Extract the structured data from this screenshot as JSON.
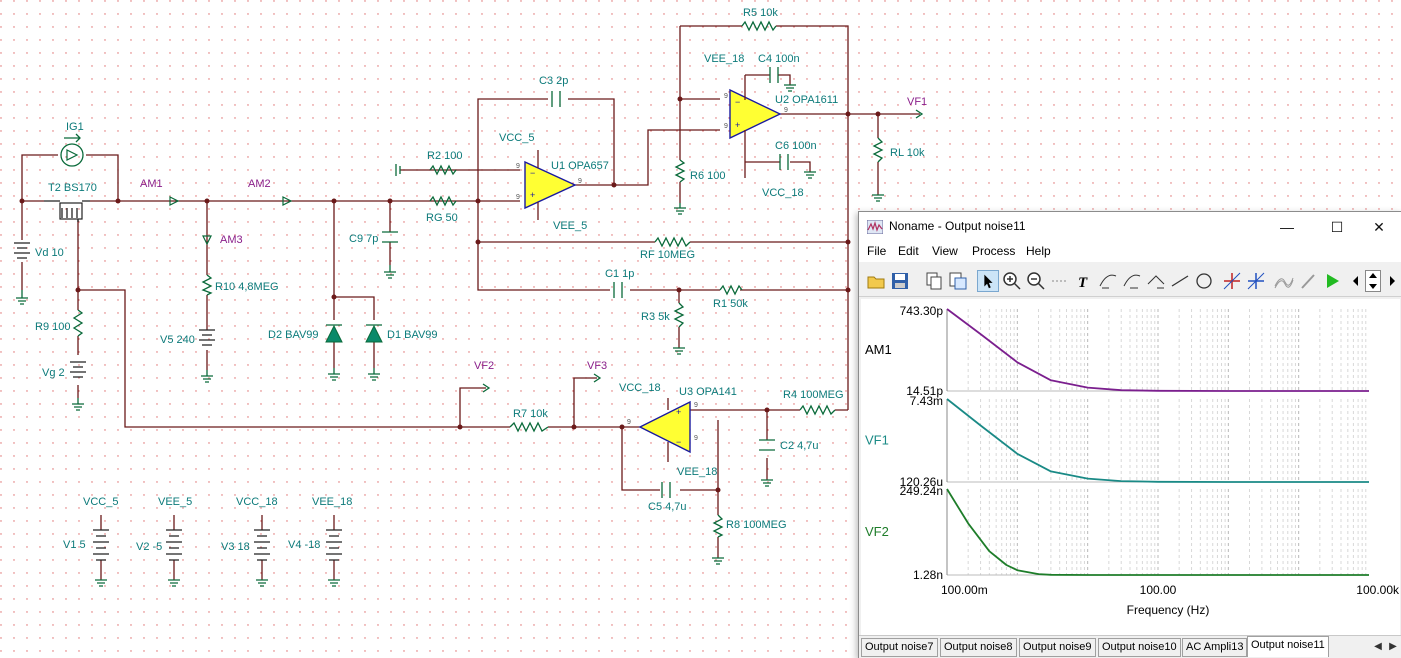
{
  "schematic": {
    "components": {
      "ig1": "IG1",
      "t2": "T2 BS170",
      "vd": "Vd 10",
      "r9": "R9 100",
      "vg": "Vg 2",
      "am1": "AM1",
      "am2": "AM2",
      "am3": "AM3",
      "r10": "R10 4,8MEG",
      "v5": "V5 240",
      "c9": "C9 7p",
      "d2": "D2 BAV99",
      "d1": "D1 BAV99",
      "r2": "R2 100",
      "rg": "RG 50",
      "c3": "C3 2p",
      "vcc5_u1": "VCC_5",
      "u1": "U1 OPA657",
      "vee5_u1": "VEE_5",
      "r5": "R5 10k",
      "vee18_u2": "VEE_18",
      "c4": "C4 100n",
      "u2": "U2 OPA1611",
      "r6": "R6 100",
      "c6": "C6 100n",
      "vcc18_u2": "VCC_18",
      "vf1": "VF1",
      "rl": "RL 10k",
      "rf": "RF 10MEG",
      "c1": "C1 1p",
      "r1": "R1 50k",
      "r3": "R3 5k",
      "vf2": "VF2",
      "vf3": "VF3",
      "r7": "R7 10k",
      "vcc18_u3": "VCC_18",
      "u3": "U3 OPA141",
      "r4": "R4 100MEG",
      "vee18_u3": "VEE_18",
      "c2": "C2 4,7u",
      "c5": "C5 4,7u",
      "r8": "R8 100MEG",
      "sup_vcc5": "VCC_5",
      "sup_vee5": "VEE_5",
      "sup_vcc18": "VCC_18",
      "sup_vee18": "VEE_18",
      "v1": "V1 5",
      "v2": "V2 -5",
      "v3": "V3 18",
      "v4": "V4 -18"
    },
    "pin_num": "9",
    "colors": {
      "wire": "#6b1a1a",
      "component": "#0a6a3a",
      "label": "#0c7a7a",
      "node": "#8a1e8a",
      "opamp_fill": "#ffff33",
      "opamp_stroke": "#1a1aa0"
    }
  },
  "window": {
    "title": "Noname - Output noise11",
    "controls": {
      "minimize": "—",
      "maximize": "☐",
      "close": "✕"
    },
    "menu": [
      "File",
      "Edit",
      "View",
      "Process",
      "Help"
    ],
    "toolbar_icons": [
      "open-icon",
      "save-icon",
      "copy-icon",
      "copy-special-icon",
      "pointer-icon",
      "zoom-in-icon",
      "zoom-out-icon",
      "grid-icon",
      "text-icon",
      "curve-tool-1-icon",
      "curve-tool-2-icon",
      "curve-tool-3-icon",
      "line-icon",
      "circle-icon",
      "cursor-a-icon",
      "cursor-b-icon",
      "wave-icon",
      "probe-icon",
      "run-icon",
      "scroll-left-icon",
      "scroll-updown-icon",
      "scroll-right-icon"
    ]
  },
  "chart_data": {
    "type": "line",
    "xlabel": "Frequency (Hz)",
    "x_scale": "log",
    "x_ticks": [
      "100.00m",
      "100.00",
      "100.00k"
    ],
    "x_range_hz": [
      0.1,
      100000
    ],
    "grid": true,
    "panels": [
      {
        "name": "AM1",
        "y_max_label": "743.30p",
        "y_min_label": "14.51p",
        "color": "#7b1f8e",
        "x": [
          0.1,
          0.3,
          1,
          3,
          10,
          30,
          100,
          1000,
          100000
        ],
        "y": [
          7.433e-10,
          5.2e-10,
          2.7e-10,
          1.1e-10,
          4.5e-11,
          2.2e-11,
          1.6e-11,
          1.46e-11,
          1.451e-11
        ]
      },
      {
        "name": "VF1",
        "y_max_label": "7.43m",
        "y_min_label": "120.26u",
        "color": "#1a8a86",
        "x": [
          0.1,
          0.3,
          1,
          3,
          10,
          30,
          100,
          1000,
          100000
        ],
        "y": [
          0.00743,
          0.0051,
          0.0026,
          0.00105,
          0.00042,
          0.0002,
          0.00014,
          0.000122,
          0.00012026
        ]
      },
      {
        "name": "VF2",
        "y_max_label": "249.24n",
        "y_min_label": "1.28n",
        "color": "#1e7d2a",
        "x": [
          0.1,
          0.2,
          0.4,
          0.7,
          1,
          2,
          3,
          10,
          100000
        ],
        "y": [
          2.4924e-07,
          1.5e-07,
          7e-08,
          3e-08,
          1.5e-08,
          4e-09,
          2e-09,
          1.3e-09,
          1.28e-09
        ]
      }
    ]
  },
  "tabs": [
    "Output noise7",
    "Output noise8",
    "Output noise9",
    "Output noise10",
    "AC Ampli13",
    "Output noise11"
  ],
  "active_tab": "Output noise11"
}
